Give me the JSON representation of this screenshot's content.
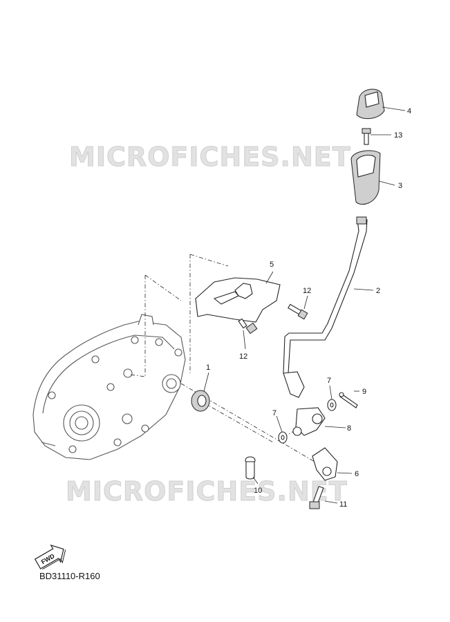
{
  "watermarks": [
    "MICROFICHES.NET",
    "MICROFICHES.NET"
  ],
  "callouts": {
    "p1": "1",
    "p2": "2",
    "p3": "3",
    "p4": "4",
    "p5": "5",
    "p6": "6",
    "p7a": "7",
    "p7b": "7",
    "p8": "8",
    "p9": "9",
    "p10": "10",
    "p11": "11",
    "p12a": "12",
    "p12b": "12",
    "p13": "13"
  },
  "fwd_label": "FWD",
  "diagram_code": "BD31110-R160"
}
